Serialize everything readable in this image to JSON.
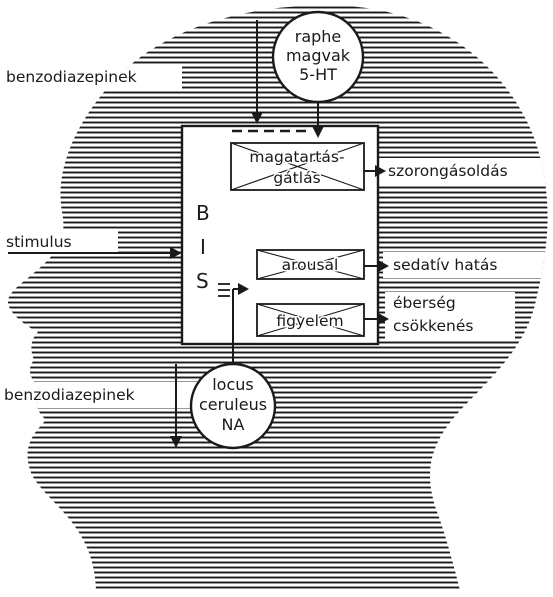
{
  "colors": {
    "ink": "#1a1a1a",
    "paper": "#ffffff"
  },
  "nodes": {
    "raphe": {
      "line1": "raphe",
      "line2": "magvak",
      "line3": "5-HT"
    },
    "locus": {
      "line1": "locus",
      "line2": "ceruleus",
      "line3": "NA"
    }
  },
  "bis": {
    "letter1": "B",
    "letter2": "I",
    "letter3": "S"
  },
  "boxes": {
    "magatartas": {
      "line1": "magatartás-",
      "line2": "gátlás"
    },
    "arousal": {
      "label": "arousal"
    },
    "figyelem": {
      "label": "figyelem"
    }
  },
  "inputs": {
    "benzo_top": "benzodiazepinek",
    "stimulus": "stimulus",
    "benzo_bottom": "benzodiazepinek"
  },
  "outputs": {
    "szorongas": "szorongásoldás",
    "sedativ": "sedatív hatás",
    "eberseg_line1": "éberség",
    "eberseg_line2": "csökkenés"
  }
}
